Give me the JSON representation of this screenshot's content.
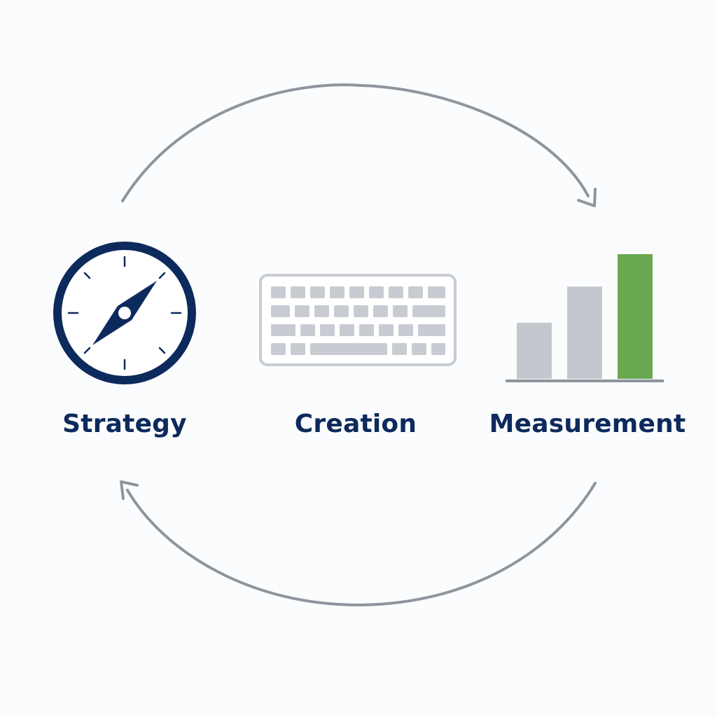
{
  "diagram": {
    "stages": [
      {
        "label": "Strategy",
        "icon": "compass-icon"
      },
      {
        "label": "Creation",
        "icon": "keyboard-icon"
      },
      {
        "label": "Measurement",
        "icon": "bar-chart-icon"
      }
    ],
    "cycle_arrows": [
      {
        "from": "Strategy",
        "to": "Measurement",
        "direction": "clockwise-top"
      },
      {
        "from": "Measurement",
        "to": "Strategy",
        "direction": "clockwise-bottom"
      }
    ],
    "measurement_chart": {
      "bars": [
        0.45,
        0.74,
        1.0
      ],
      "highlight_index": 2
    }
  },
  "colors": {
    "navy": "#0d2a5c",
    "arrow_gray": "#8e959e",
    "key_gray": "#c8ccd2",
    "bar_gray": "#c4c8ce",
    "bar_green": "#6aa84f",
    "background": "#fbfcfd"
  }
}
